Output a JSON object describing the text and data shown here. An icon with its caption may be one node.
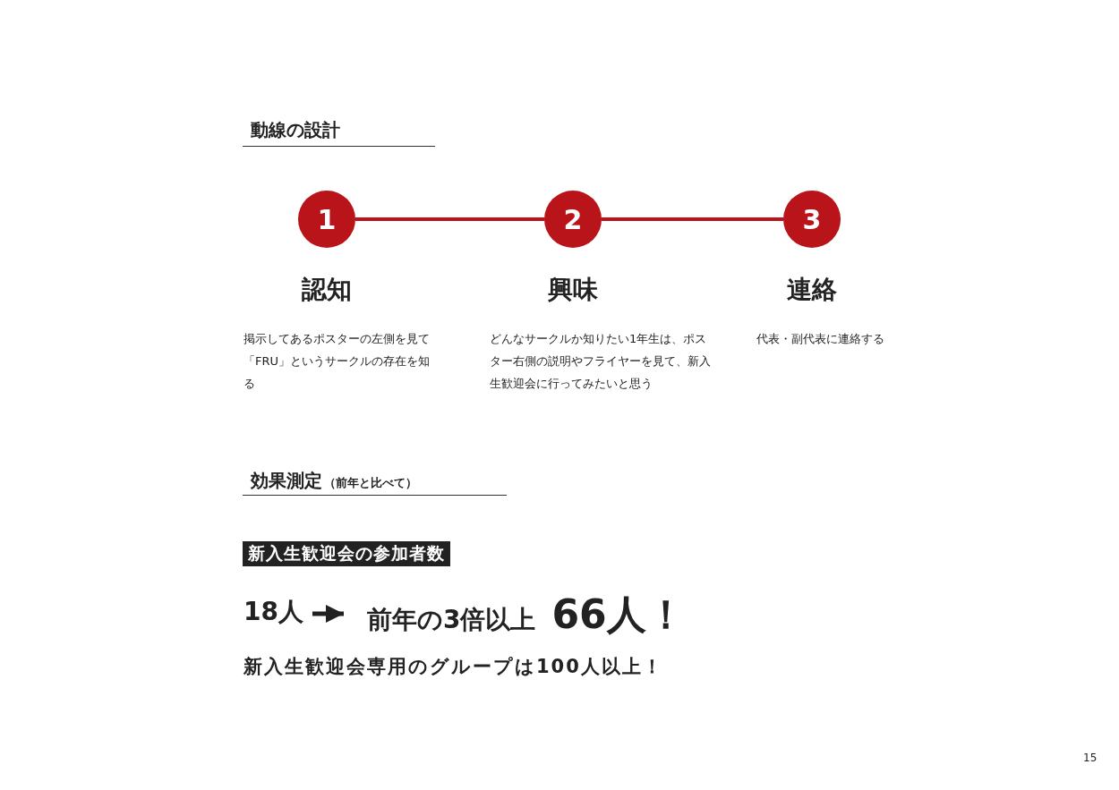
{
  "diagram": {
    "nodes": [
      {
        "text": [
          "1"
        ],
        "beside": [
          "認知",
          "掲示してあるポスターの左側を見て「FRU」というサークルの存在を知る"
        ]
      },
      {
        "text": [
          "2"
        ],
        "beside": [
          "興味",
          "どんなサークルか知りたい1年生は、ポスター右側の説明やフライヤーを見て、新入生歓迎会に行ってみたいと思う"
        ]
      },
      {
        "text": [
          "3"
        ],
        "beside": [
          "連絡",
          "代表・副代表に連絡する"
        ]
      },
      {
        "text": [
          "18人"
        ]
      },
      {
        "text": [
          "前年の3倍以上",
          "66人！"
        ]
      }
    ],
    "edges": [
      {
        "from": 0,
        "to": 1,
        "arrow": "none"
      },
      {
        "from": 1,
        "to": 2,
        "arrow": "none"
      },
      {
        "from": 3,
        "to": 4,
        "arrow": "to",
        "color": "#222222"
      }
    ],
    "labels": [
      "動線の設計",
      "効果測定",
      "（前年と比べて）",
      "新入生歓迎会の参加者数",
      "新入生歓迎会専用のグループは100人以上！",
      "15"
    ]
  }
}
